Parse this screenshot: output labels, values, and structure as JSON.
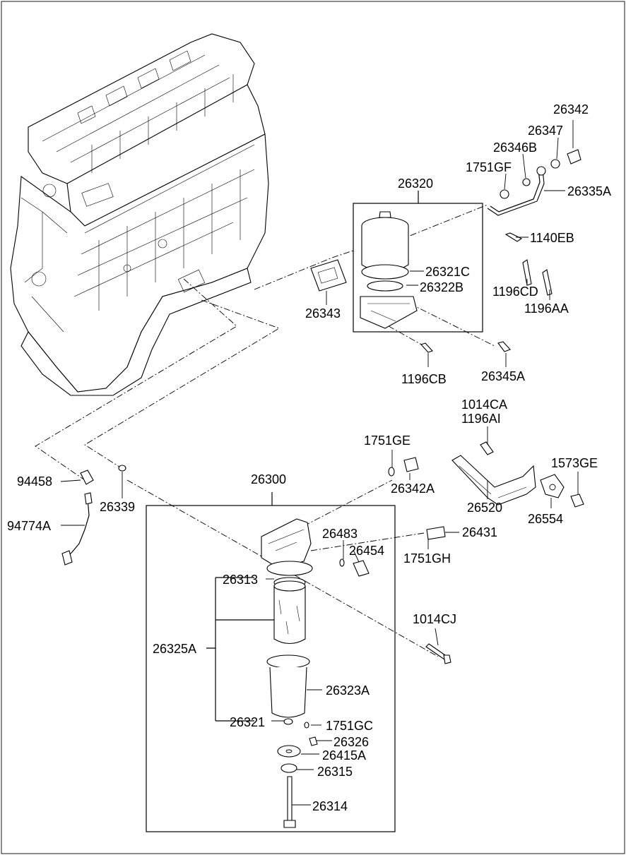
{
  "labels": {
    "p26342": "26342",
    "p26347": "26347",
    "p26346B": "26346B",
    "p1751GF": "1751GF",
    "p26320": "26320",
    "p26335A": "26335A",
    "p1140EB": "1140EB",
    "p26321C": "26321C",
    "p26322B": "26322B",
    "p1196CD": "1196CD",
    "p1196AA": "1196AA",
    "p26343": "26343",
    "p1196CB": "1196CB",
    "p26345A": "26345A",
    "p1014CA": "1014CA",
    "p1196AI": "1196AI",
    "p1751GE": "1751GE",
    "p1573GE": "1573GE",
    "p94458": "94458",
    "p26300": "26300",
    "p26342A": "26342A",
    "p26520": "26520",
    "p26339": "26339",
    "p94774A": "94774A",
    "p26554": "26554",
    "p26483": "26483",
    "p26431": "26431",
    "p26454": "26454",
    "p1751GH": "1751GH",
    "p26313": "26313",
    "p1014CJ": "1014CJ",
    "p26325A": "26325A",
    "p26323A": "26323A",
    "p26321": "26321",
    "p1751GC": "1751GC",
    "p26326": "26326",
    "p26415A": "26415A",
    "p26315": "26315",
    "p26314": "26314"
  }
}
